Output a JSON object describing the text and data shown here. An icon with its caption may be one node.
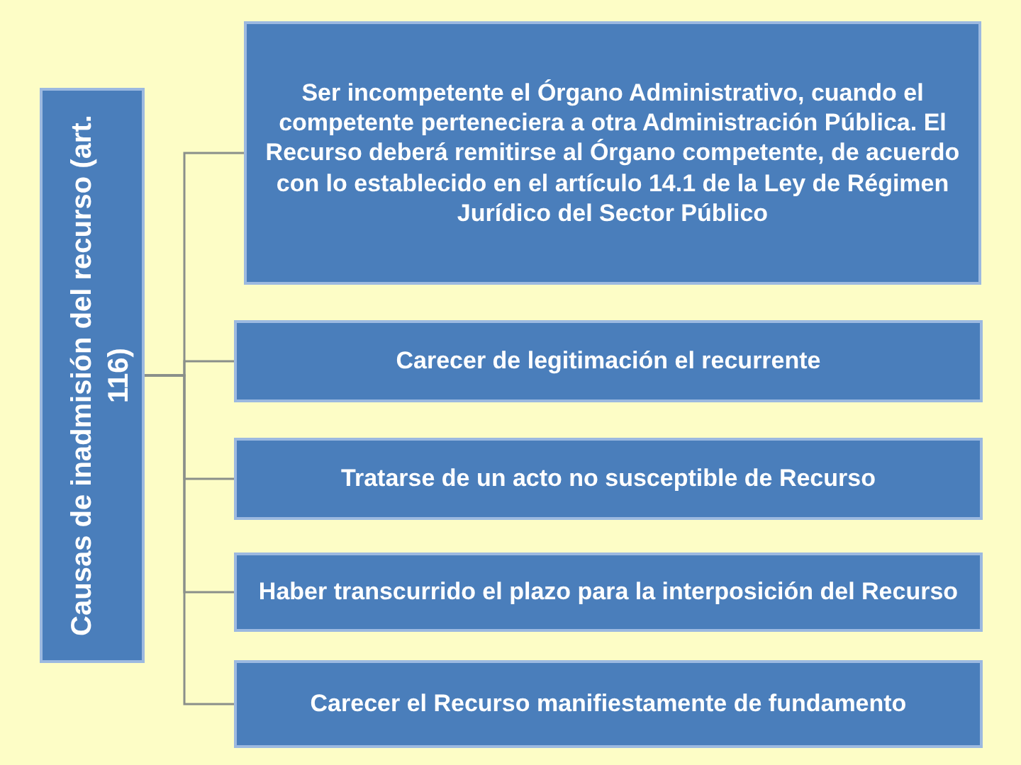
{
  "diagram": {
    "nodes": [
      {
        "text": [
          "Causas de inadmisión del recurso (art. 116)"
        ]
      },
      {
        "text": [
          "Ser incompetente el Órgano Administrativo, cuando el competente perteneciera a otra Administración Pública. El Recurso deberá remitirse al Órgano competente, de acuerdo con lo establecido en el artículo 14.1 de la Ley de Régimen Jurídico del Sector Público"
        ]
      },
      {
        "text": [
          "Carecer de legitimación el recurrente"
        ]
      },
      {
        "text": [
          "Tratarse de un acto no susceptible de Recurso"
        ]
      },
      {
        "text": [
          "Haber transcurrido el plazo para la interposición del Recurso"
        ]
      },
      {
        "text": [
          "Carecer el Recurso manifiestamente de fundamento"
        ]
      }
    ],
    "edges": [
      {
        "from": 0,
        "to": 1,
        "arrow": "none"
      },
      {
        "from": 0,
        "to": 2,
        "arrow": "none"
      },
      {
        "from": 0,
        "to": 3,
        "arrow": "none"
      },
      {
        "from": 0,
        "to": 4,
        "arrow": "none"
      },
      {
        "from": 0,
        "to": 5,
        "arrow": "none"
      }
    ]
  }
}
